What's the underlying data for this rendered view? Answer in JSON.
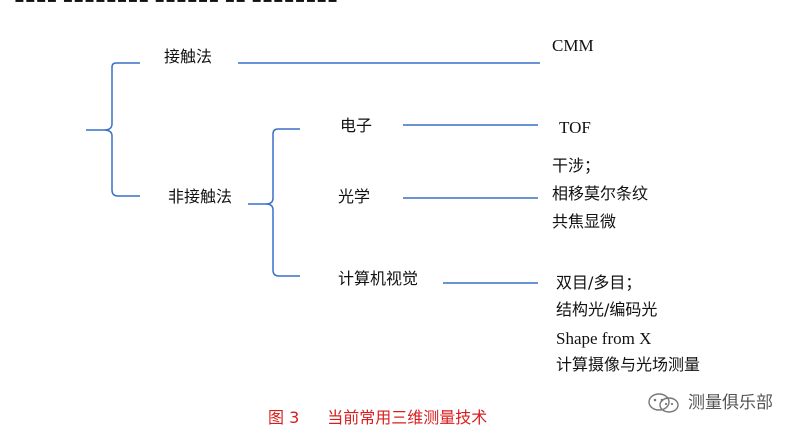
{
  "diagram": {
    "root_contact": "接触法",
    "root_noncontact": "非接触法",
    "contact_items": [
      "CMM"
    ],
    "electronic": {
      "label": "电子",
      "items": [
        "TOF"
      ]
    },
    "optical": {
      "label": "光学",
      "items": [
        "干涉；",
        "相移莫尔条纹",
        "共焦显微"
      ]
    },
    "vision": {
      "label": "计算机视觉",
      "items": [
        "双目/多目；",
        "结构光/编码光",
        "Shape from X",
        "计算摄像与光场测量"
      ]
    }
  },
  "caption": {
    "number": "图 3",
    "title": "当前常用三维测量技术"
  },
  "watermark": {
    "text": "测量俱乐部",
    "icon": "wechat-icon"
  },
  "colors": {
    "line": "#3a6fc4",
    "caption": "#d81e1e"
  }
}
